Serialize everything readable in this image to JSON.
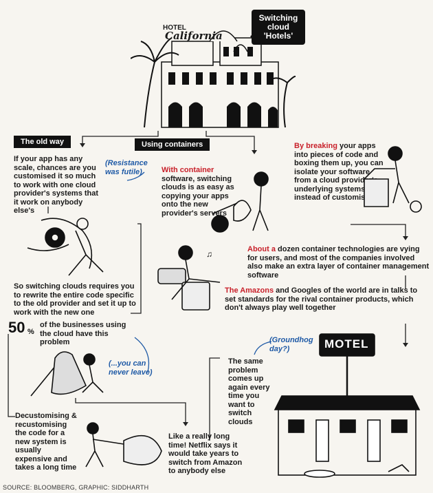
{
  "title_bubble": "Switching cloud 'Hotels'",
  "hotel_sign": "HOTEL",
  "hotel_script": "California",
  "old_way": {
    "badge": "The old way",
    "intro": "If your app has any scale, chances are you customised it so much to work with one cloud provider's systems that it work on anybody else's",
    "aside": "(Resistance was futile)",
    "switching": "So switching clouds requires you to rewrite the entire code specific to the old provider and set it up to work with the new one",
    "stat_value": "50",
    "stat_unit": "%",
    "stat_text": "of the businesses using the cloud have this problem",
    "leave_aside": "(...you can never leave)",
    "decustom": "Decustomising & recustomising the code for a new system is usually expensive and takes a long time"
  },
  "containers": {
    "badge": "Using containers",
    "copy_lead": "With container",
    "copy_rest": " software, switching clouds is as easy as copying your apps onto the new provider's servers",
    "break_lead": "By breaking",
    "break_rest": " your apps into pieces of code and boxing them up, you can isolate your software from a cloud provider's underlying systems instead of customising it",
    "about_lead": "About a",
    "about_rest": " dozen container technologies are vying for users, and most of the companies involved also make an extra layer of container management software",
    "amazons_lead": "The Amazons",
    "amazons_rest": " and Googles of the world are in talks to set standards for the rival container products, which don't always play well together"
  },
  "long_time": "Like a really long time! Netflix says it would take years to switch from Amazon to anybody else",
  "groundhog": "(Groundhog day?)",
  "same_problem": "The same problem comes up again every time you want to switch clouds",
  "motel_sign": "MOTEL",
  "source": "SOURCE: BLOOMBERG, GRAPHIC: SIDDHARTH"
}
